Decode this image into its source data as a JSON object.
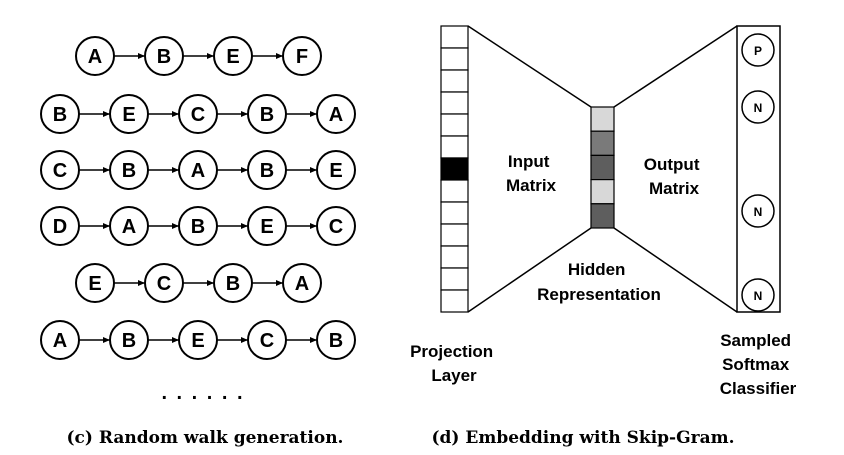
{
  "walks": [
    [
      "A",
      "B",
      "E",
      "F"
    ],
    [
      "B",
      "E",
      "C",
      "B",
      "A"
    ],
    [
      "C",
      "B",
      "A",
      "B",
      "E"
    ],
    [
      "D",
      "A",
      "B",
      "E",
      "C"
    ],
    [
      "E",
      "C",
      "B",
      "A"
    ],
    [
      "A",
      "B",
      "E",
      "C",
      "B"
    ]
  ],
  "ellipsis": ". . . . . .",
  "skipgram": {
    "labels": {
      "input_matrix": [
        "Input",
        "Matrix"
      ],
      "output_matrix": [
        "Output",
        "Matrix"
      ],
      "hidden": [
        "Hidden",
        "Representation"
      ],
      "projection": [
        "Projection",
        "Layer"
      ],
      "classifier": [
        "Sampled",
        "Softmax",
        "Classifier"
      ]
    },
    "projection_cells": 13,
    "projection_active_index": 6,
    "hidden_cells": [
      {
        "color": "#d8d8d8"
      },
      {
        "color": "#7a7a7a"
      },
      {
        "color": "#5e5e5e"
      },
      {
        "color": "#d8d8d8"
      },
      {
        "color": "#5e5e5e"
      }
    ],
    "output_nodes": [
      "P",
      "N",
      "N",
      "N"
    ]
  },
  "captions": {
    "left": "(c) Random walk generation.",
    "right": "(d) Embedding with Skip-Gram."
  }
}
